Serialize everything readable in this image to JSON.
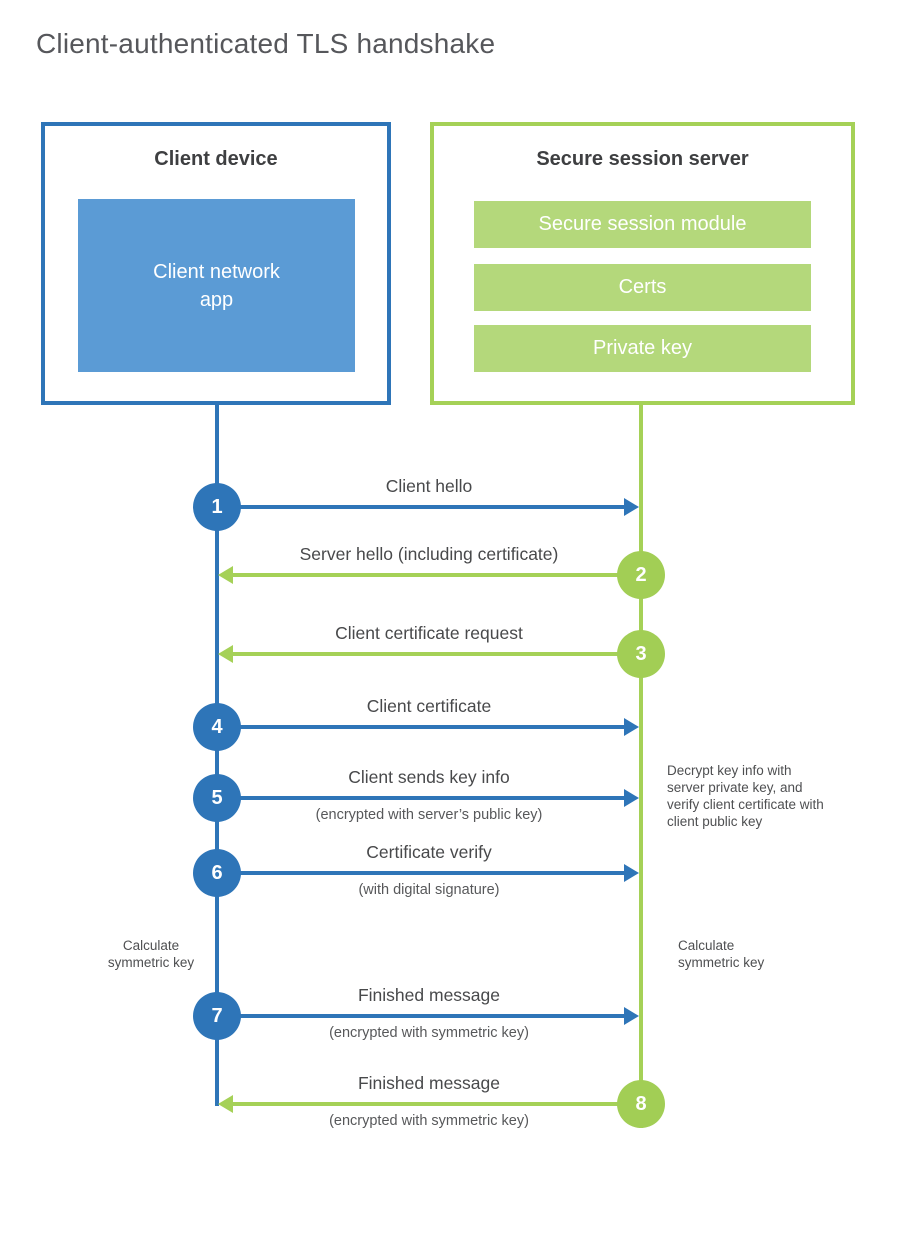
{
  "page_title": "Client-authenticated TLS handshake",
  "colors": {
    "client_blue": "#2e75b8",
    "client_module_blue": "#5b9bd5",
    "server_green": "#a5d157",
    "server_bar_green": "#b4d87b",
    "heading_text": "#3e3f41",
    "label_text": "#48494b"
  },
  "client": {
    "title": "Client device",
    "module": "Client network\napp"
  },
  "server": {
    "title": "Secure session server",
    "modules": [
      "Secure session module",
      "Certs",
      "Private key"
    ]
  },
  "steps": [
    {
      "num": "1",
      "direction": "client-to-server",
      "label": "Client hello"
    },
    {
      "num": "2",
      "direction": "server-to-client",
      "label": "Server hello (including certificate)"
    },
    {
      "num": "3",
      "direction": "server-to-client",
      "label": "Client certificate request"
    },
    {
      "num": "4",
      "direction": "client-to-server",
      "label": "Client certificate"
    },
    {
      "num": "5",
      "direction": "client-to-server",
      "label": "Client sends key info",
      "sub": "(encrypted with server’s public key)"
    },
    {
      "num": "6",
      "direction": "client-to-server",
      "label": "Certificate verify",
      "sub": "(with digital signature)"
    },
    {
      "num": "7",
      "direction": "client-to-server",
      "label": "Finished message",
      "sub": "(encrypted with symmetric key)"
    },
    {
      "num": "8",
      "direction": "server-to-client",
      "label": "Finished message",
      "sub": "(encrypted with symmetric key)"
    }
  ],
  "annotations": {
    "decrypt_note": "Decrypt key info with server private key, and verify client certificate with client public key",
    "calc_symmetric_left": "Calculate symmetric key",
    "calc_symmetric_right": "Calculate symmetric key"
  }
}
